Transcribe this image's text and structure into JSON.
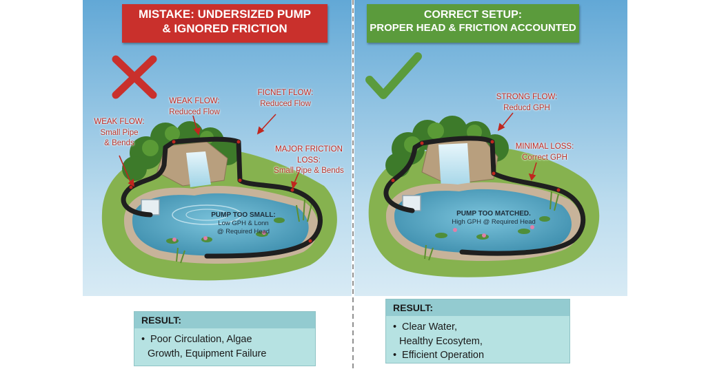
{
  "left": {
    "banner": {
      "line1": "MISTAKE: UNDERSIZED PUMP",
      "line2": "& IGNORED FRICTION"
    },
    "labels": [
      {
        "title": "WEAK FLOW:",
        "lines": [
          "Small Pipe",
          "& Bends"
        ]
      },
      {
        "title": "WEAK FLOW:",
        "lines": [
          "Reduced Flow"
        ]
      },
      {
        "title": "FICNET FLOW:",
        "lines": [
          "Reduced Flow"
        ]
      },
      {
        "title": "MAJOR FRICTION LOSS:",
        "lines": [
          "Small Pipe & Bends"
        ]
      }
    ],
    "pump": {
      "title": "PUMP TOO SMALL:",
      "line1": "Low GPH & Lonn",
      "line2": "@ Required Head"
    },
    "result": {
      "heading": "RESULT:",
      "items": [
        "Poor Circulation, Algae",
        "Growth, Equipment Failure"
      ]
    }
  },
  "right": {
    "banner": {
      "line1": "CORRECT SETUP:",
      "line2": "PROPER HEAD & FRICTION ACCOUNTED"
    },
    "labels": [
      {
        "title": "STRONG FLOW:",
        "lines": [
          "Reducd GPH"
        ]
      },
      {
        "title": "MINIMAL LOSS:",
        "lines": [
          "Correct GPH"
        ]
      }
    ],
    "pump": {
      "title": "PUMP TOO MATCHED.",
      "line1": "High GPH @ Required Head"
    },
    "result": {
      "heading": "RESULT:",
      "items": [
        "Clear Water,",
        "Healthy Ecosytem,",
        "Efficient Operation"
      ]
    }
  },
  "icons": {
    "left": "cross-icon",
    "right": "checkmark-icon"
  },
  "colors": {
    "mistake": "#c9302c",
    "correct": "#5b9b3c",
    "water": "#4fa2bf",
    "grass": "#7aa84a",
    "result_bg": "#b6e2e2"
  }
}
